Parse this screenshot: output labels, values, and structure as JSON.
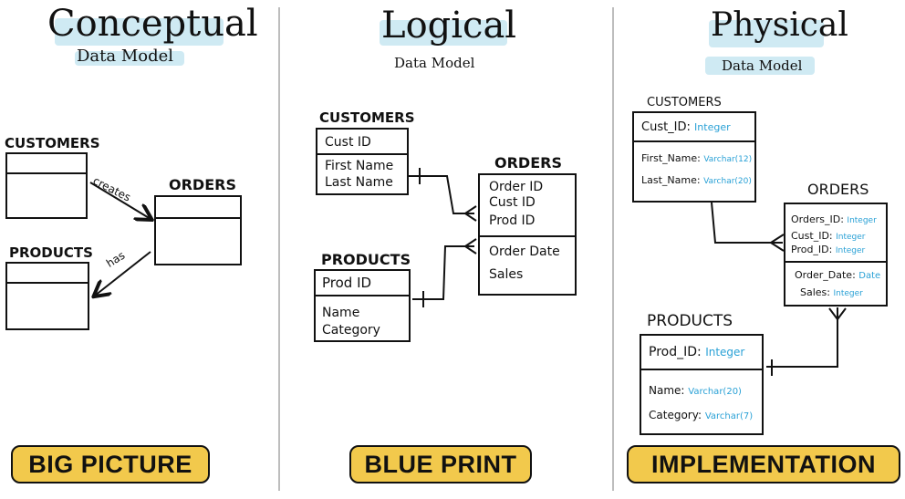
{
  "panels": {
    "conceptual": {
      "title": "Conceptual",
      "subtitle": "Data Model",
      "button": "BIG PICTURE",
      "entities": {
        "customers": "CUSTOMERS",
        "orders": "ORDERS",
        "products": "PRODUCTS"
      },
      "relations": {
        "creates": "creates",
        "has": "has"
      }
    },
    "logical": {
      "title": "Logical",
      "subtitle": "Data Model",
      "button": "BLUE PRINT",
      "customers": {
        "name": "CUSTOMERS",
        "key": "Cust ID",
        "attrs": [
          "First Name",
          "Last Name"
        ]
      },
      "orders": {
        "name": "ORDERS",
        "keys": [
          "Order ID",
          "Cust ID",
          "Prod ID"
        ],
        "attrs": [
          "Order Date",
          "Sales"
        ]
      },
      "products": {
        "name": "PRODUCTS",
        "key": "Prod ID",
        "attrs": [
          "Name",
          "Category"
        ]
      }
    },
    "physical": {
      "title": "Physical",
      "subtitle": "Data Model",
      "button": "IMPLEMENTATION",
      "customers": {
        "name": "CUSTOMERS",
        "key": {
          "field": "Cust_ID",
          "type": "Integer"
        },
        "attrs": [
          {
            "field": "First_Name",
            "type": "Varchar(12)"
          },
          {
            "field": "Last_Name",
            "type": "Varchar(20)"
          }
        ]
      },
      "orders": {
        "name": "ORDERS",
        "keys": [
          {
            "field": "Orders_ID",
            "type": "Integer"
          },
          {
            "field": "Cust_ID",
            "type": "Integer"
          },
          {
            "field": "Prod_ID",
            "type": "Integer"
          }
        ],
        "attrs": [
          {
            "field": "Order_Date",
            "type": "Date"
          },
          {
            "field": "Sales",
            "type": "Integer"
          }
        ]
      },
      "products": {
        "name": "PRODUCTS",
        "key": {
          "field": "Prod_ID",
          "type": "Integer"
        },
        "attrs": [
          {
            "field": "Name",
            "type": "Varchar(20)"
          },
          {
            "field": "Category",
            "type": "Varchar(7)"
          }
        ]
      }
    }
  },
  "colors": {
    "highlight": "#cfeaf3",
    "button": "#f2c94c",
    "type_text": "#2aa1d6",
    "divider": "#bdbdbd"
  }
}
